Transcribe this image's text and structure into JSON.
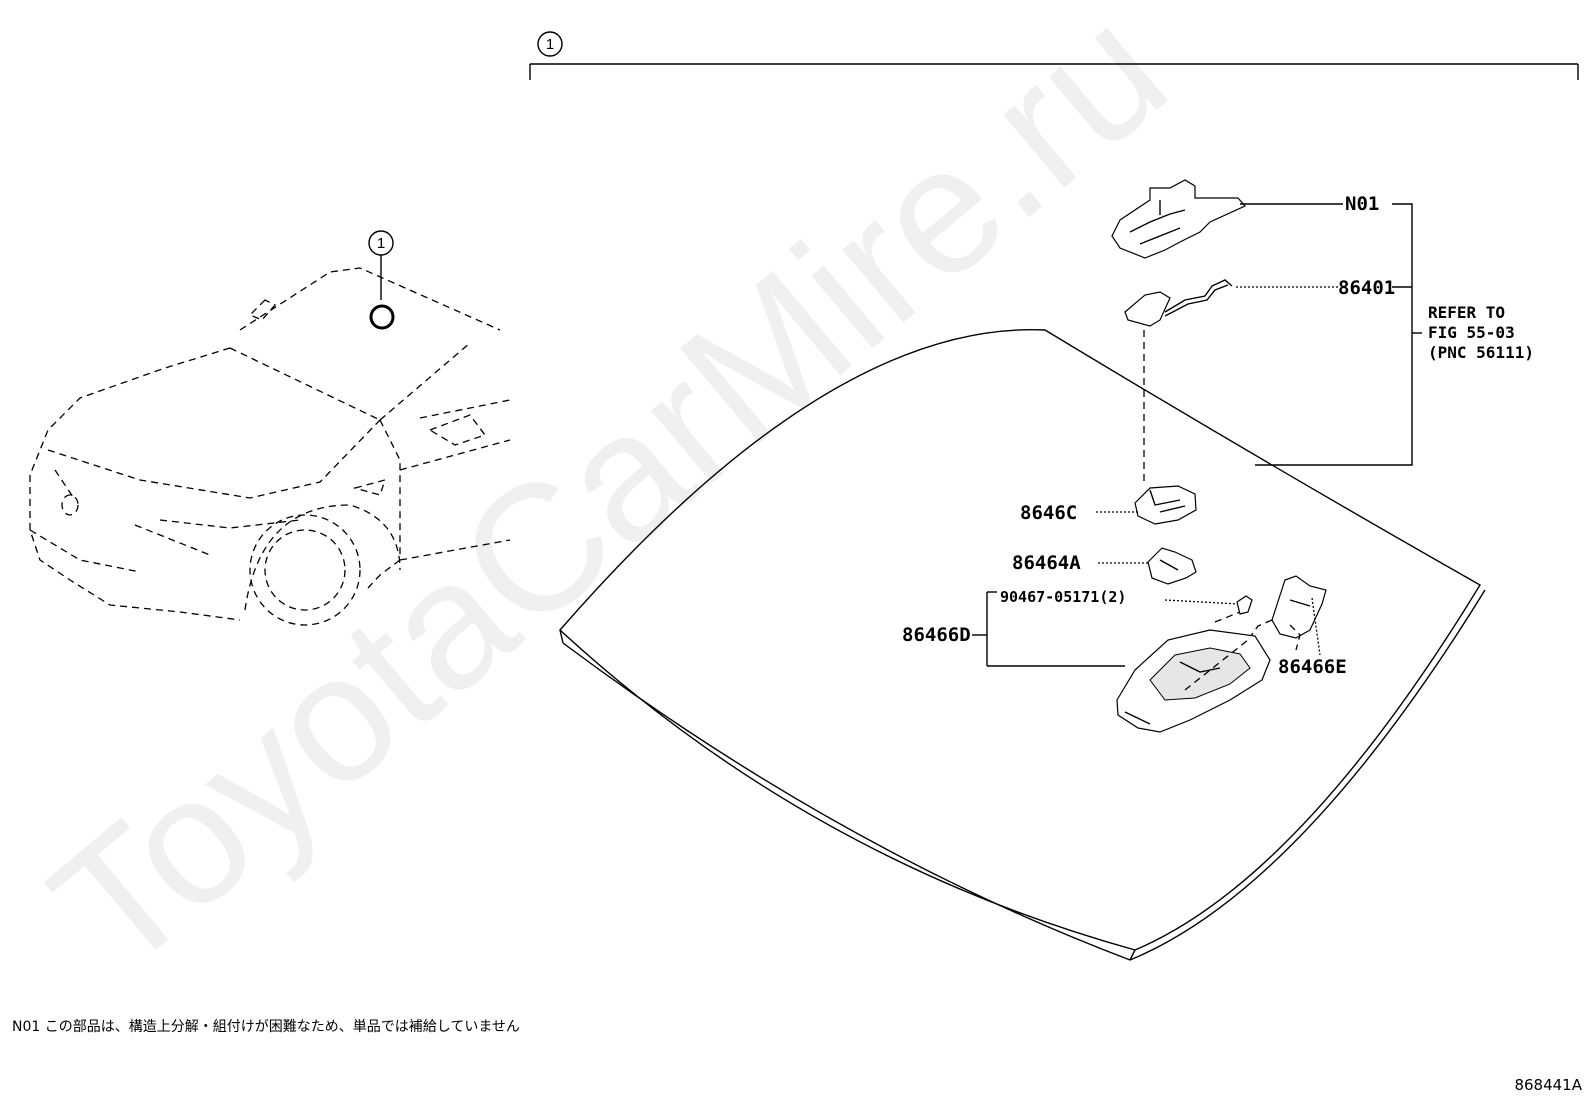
{
  "watermark": "ToyotaCarMire.ru",
  "callout_ref": "1",
  "callouts": {
    "n01": "N01",
    "p86401": "86401",
    "p8646c": "8646C",
    "p86464a": "86464A",
    "p90467": "90467-05171(2)",
    "p86466d": "86466D",
    "p86466e": "86466E"
  },
  "refer": {
    "line1": "REFER TO",
    "line2": "FIG 55-03",
    "line3": "(PNC 56111)"
  },
  "note": "N01 この部品は、構造上分解・組付けが困難なため、単品では補給していません",
  "figure_id": "868441A"
}
